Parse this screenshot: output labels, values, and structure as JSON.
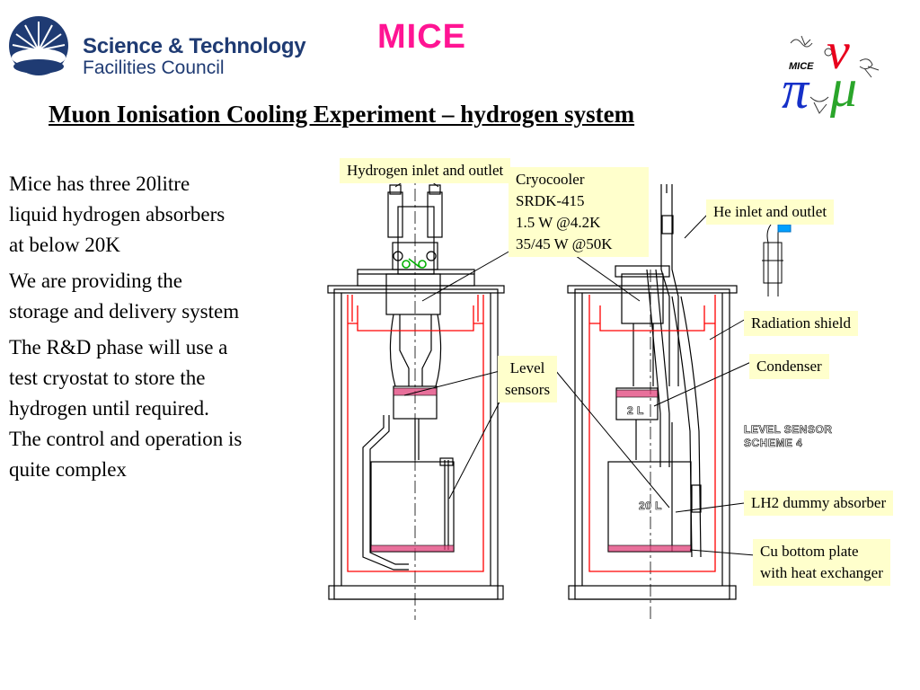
{
  "header": {
    "logo_line1": "Science & Technology",
    "logo_line2": "Facilities Council",
    "title": "MICE",
    "subtitle": "Muon Ionisation Cooling Experiment – hydrogen system",
    "corner_logo_text": "MICE",
    "corner_logo_glyphs": {
      "nu": "ν",
      "pi": "π",
      "mu": "μ"
    }
  },
  "bullets": [
    {
      "line1": "Mice has three 20litre",
      "line2": "liquid hydrogen absorbers",
      "line3": "at below 20K"
    },
    {
      "line1": "We are providing the",
      "line2": "storage and delivery system"
    },
    {
      "line1": "The R&D phase will use a",
      "line2": "test cryostat to store the",
      "line3": "hydrogen until required.",
      "line4": "The control and operation is",
      "line5": "quite complex"
    }
  ],
  "callouts": {
    "hydrogen_inlet": "Hydrogen inlet and outlet",
    "cryocooler": {
      "line1": "Cryocooler",
      "line2": "SRDK-415",
      "line3": "1.5 W @4.2K",
      "line4": "35/45 W @50K"
    },
    "he_inlet": "He inlet and outlet",
    "radiation_shield": "Radiation shield",
    "condenser": "Condenser",
    "level_sensors": {
      "line1": "Level",
      "line2": "sensors"
    },
    "lh2_dummy": "LH2 dummy absorber",
    "cu_plate": {
      "line1": "Cu bottom plate",
      "line2": "with heat exchanger"
    }
  },
  "drawing_labels": {
    "vessel_small": "2 L",
    "vessel_large": "20 L",
    "scheme_line1": "LEVEL SENSOR",
    "scheme_line2": "SCHEME  4"
  },
  "colors": {
    "title": "#ff1493",
    "logo_blue": "#1f3b73",
    "callout_bg": "#ffffcc",
    "shield_red": "#ff0000",
    "hatch_magenta": "#e0407a"
  }
}
